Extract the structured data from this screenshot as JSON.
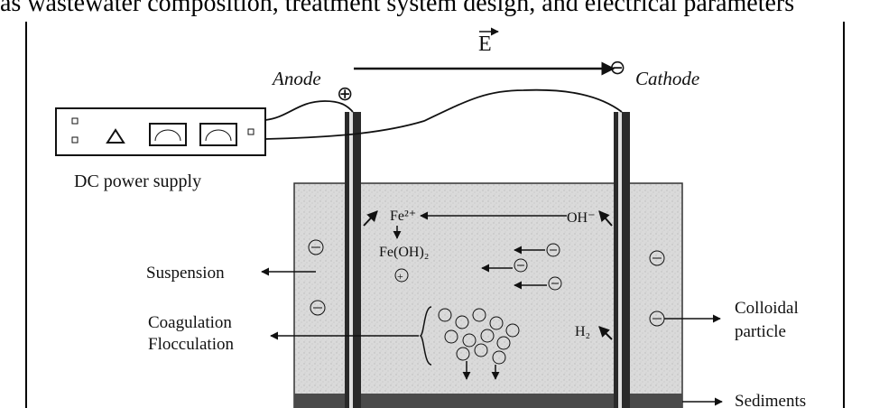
{
  "page": {
    "cutoff_text": "as wastewater composition, treatment system design, and electrical parameters"
  },
  "diagram": {
    "field_label": "E",
    "anode_label": "Anode",
    "cathode_label": "Cathode",
    "anode_sign": "⊕",
    "cathode_sign": "⊖",
    "power_supply_label": "DC power supply",
    "fe_ion": "Fe²⁺",
    "oh_ion": "OH⁻",
    "fe_hydroxide": "Fe(OH)₂",
    "hydrogen": "H₂",
    "labels": {
      "suspension": "Suspension",
      "coagulation": "Coagulation",
      "flocculation": "Flocculation",
      "colloidal_1": "Colloidal",
      "colloidal_2": "particle",
      "sediments": "Sediments"
    },
    "colors": {
      "liquid": "#d7d7d7",
      "sediment": "#4a4a4a",
      "electrode": "#222222",
      "ink": "#111111"
    }
  }
}
